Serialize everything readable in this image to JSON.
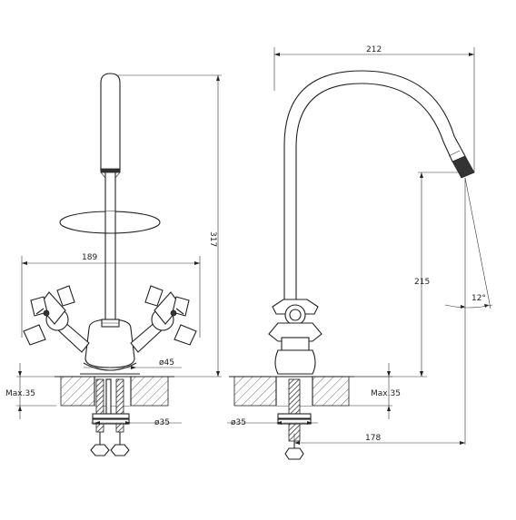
{
  "dimensions": {
    "front_width": "189",
    "front_height": "317",
    "front_diameter": "ø45",
    "front_hole": "ø35",
    "front_counter_max": "Max.35",
    "side_reach": "212",
    "side_spout_height": "215",
    "side_angle": "12°",
    "side_hole": "ø35",
    "side_counter_max": "Max.35",
    "side_base_reach": "178"
  }
}
